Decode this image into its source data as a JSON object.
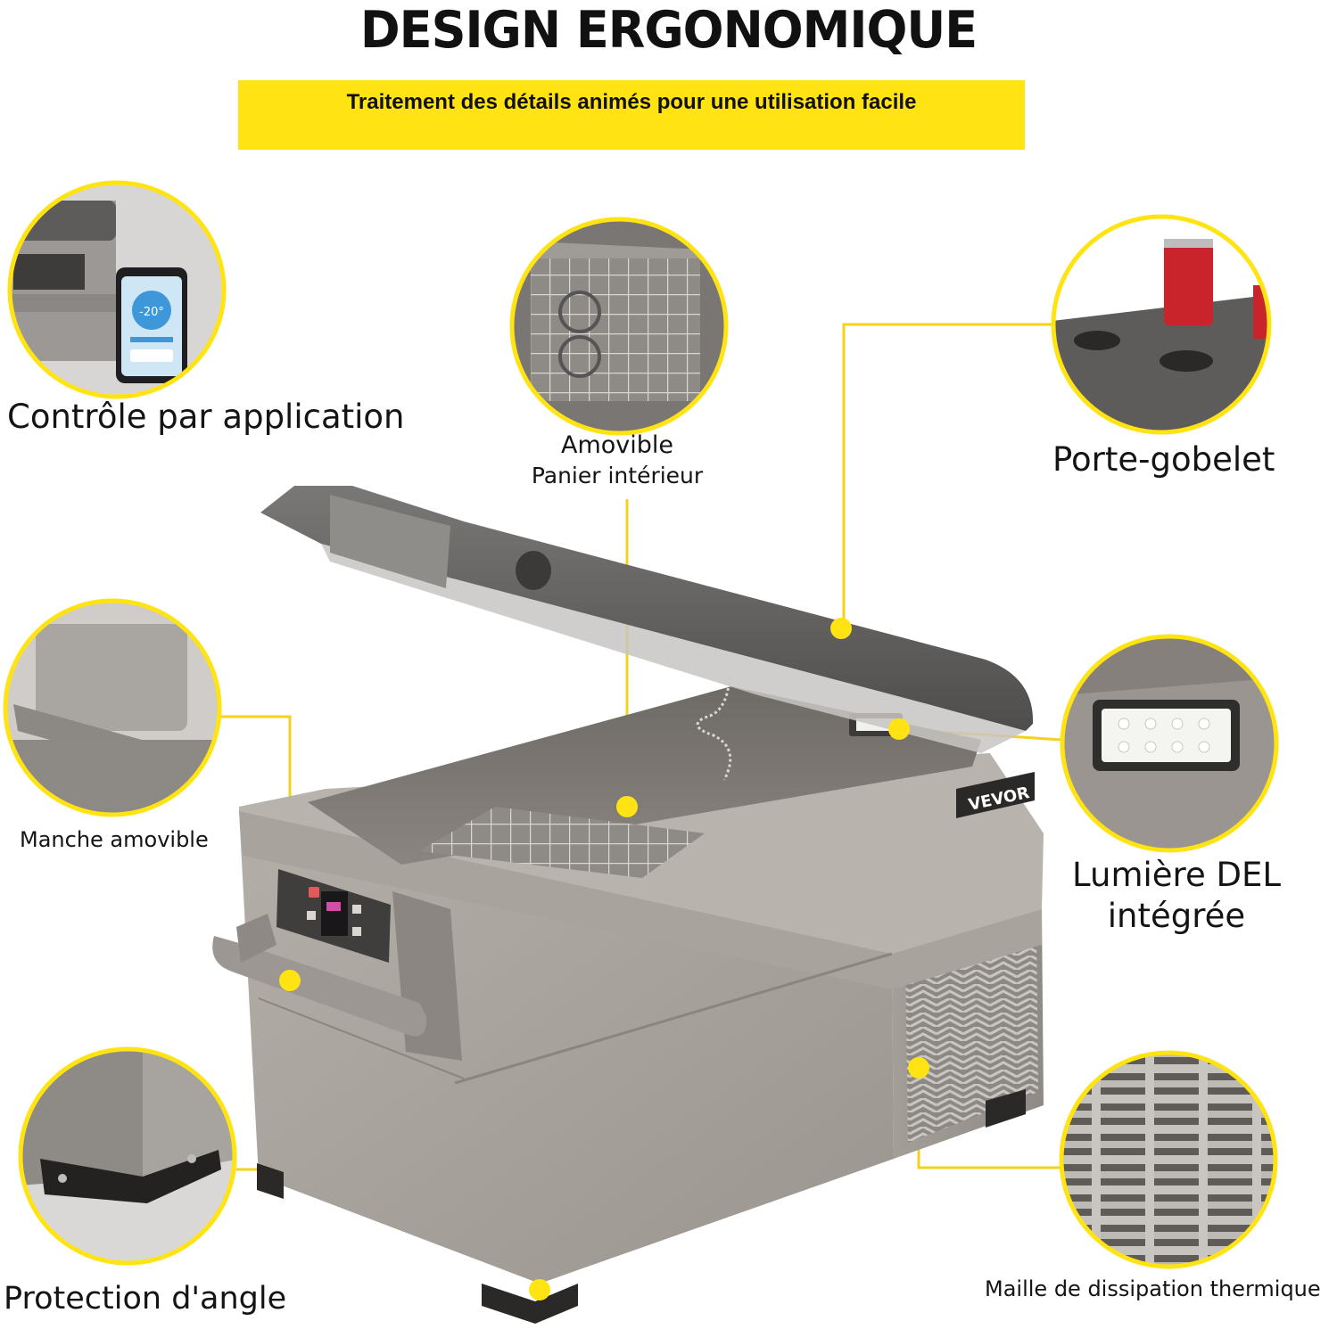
{
  "header": {
    "title": "DESIGN ERGONOMIQUE",
    "subtitle": "Traitement des détails animés pour une utilisation facile"
  },
  "features": {
    "app_control": "Contrôle par application",
    "basket_line1": "Amovible",
    "basket_line2": "Panier intérieur",
    "cup_holder": "Porte-gobelet",
    "handle": "Manche amovible",
    "led_line1": "Lumière DEL",
    "led_line2": "intégrée",
    "corner": "Protection d'angle",
    "mesh": "Maille de dissipation thermique"
  },
  "product": {
    "brand": "VEVOR",
    "app_temperature": "-20°"
  },
  "colors": {
    "accent": "#FFE312",
    "callout_line": "#F3D21B",
    "body": "#A7A29D",
    "lid": "#5E5D5C",
    "text": "#141414"
  }
}
